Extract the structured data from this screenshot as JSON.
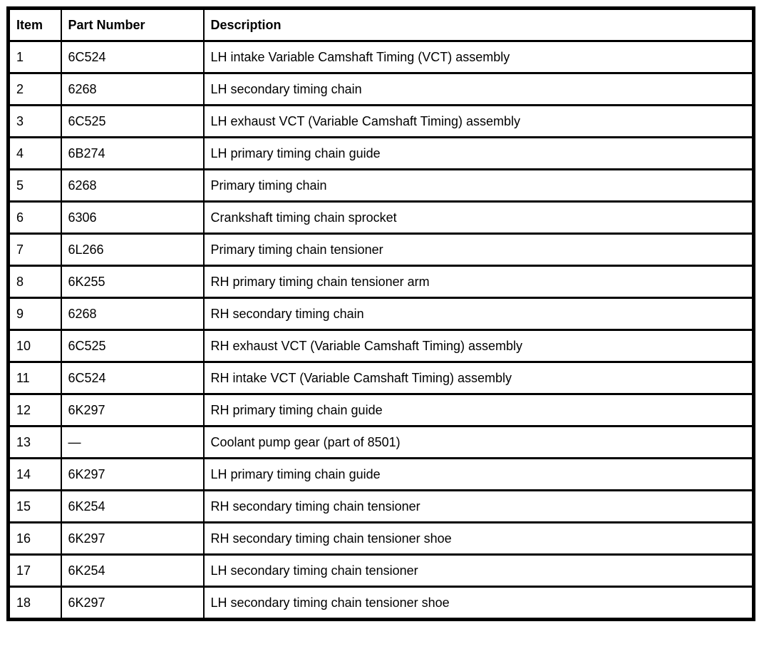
{
  "table": {
    "columns": [
      "Item",
      "Part Number",
      "Description"
    ],
    "rows": [
      {
        "item": "1",
        "part_number": "6C524",
        "description": "LH intake Variable Camshaft Timing (VCT) assembly"
      },
      {
        "item": "2",
        "part_number": "6268",
        "description": "LH secondary timing chain"
      },
      {
        "item": "3",
        "part_number": "6C525",
        "description": "LH exhaust VCT (Variable Camshaft Timing) assembly"
      },
      {
        "item": "4",
        "part_number": "6B274",
        "description": "LH primary timing chain guide"
      },
      {
        "item": "5",
        "part_number": "6268",
        "description": "Primary timing chain"
      },
      {
        "item": "6",
        "part_number": "6306",
        "description": "Crankshaft timing chain sprocket"
      },
      {
        "item": "7",
        "part_number": "6L266",
        "description": "Primary timing chain tensioner"
      },
      {
        "item": "8",
        "part_number": "6K255",
        "description": "RH primary timing chain tensioner arm"
      },
      {
        "item": "9",
        "part_number": "6268",
        "description": "RH secondary timing chain"
      },
      {
        "item": "10",
        "part_number": "6C525",
        "description": "RH exhaust VCT (Variable Camshaft Timing) assembly"
      },
      {
        "item": "11",
        "part_number": "6C524",
        "description": "RH intake VCT (Variable Camshaft Timing) assembly"
      },
      {
        "item": "12",
        "part_number": "6K297",
        "description": "RH primary timing chain guide"
      },
      {
        "item": "13",
        "part_number": "—",
        "description": "Coolant pump gear (part of 8501)"
      },
      {
        "item": "14",
        "part_number": "6K297",
        "description": "LH primary timing chain guide"
      },
      {
        "item": "15",
        "part_number": "6K254",
        "description": "RH secondary timing chain tensioner"
      },
      {
        "item": "16",
        "part_number": "6K297",
        "description": "RH secondary timing chain tensioner shoe"
      },
      {
        "item": "17",
        "part_number": "6K254",
        "description": "LH secondary timing chain tensioner"
      },
      {
        "item": "18",
        "part_number": "6K297",
        "description": "LH secondary timing chain tensioner shoe"
      }
    ]
  },
  "colors": {
    "border": "#000000",
    "text": "#000000",
    "background": "#ffffff"
  }
}
